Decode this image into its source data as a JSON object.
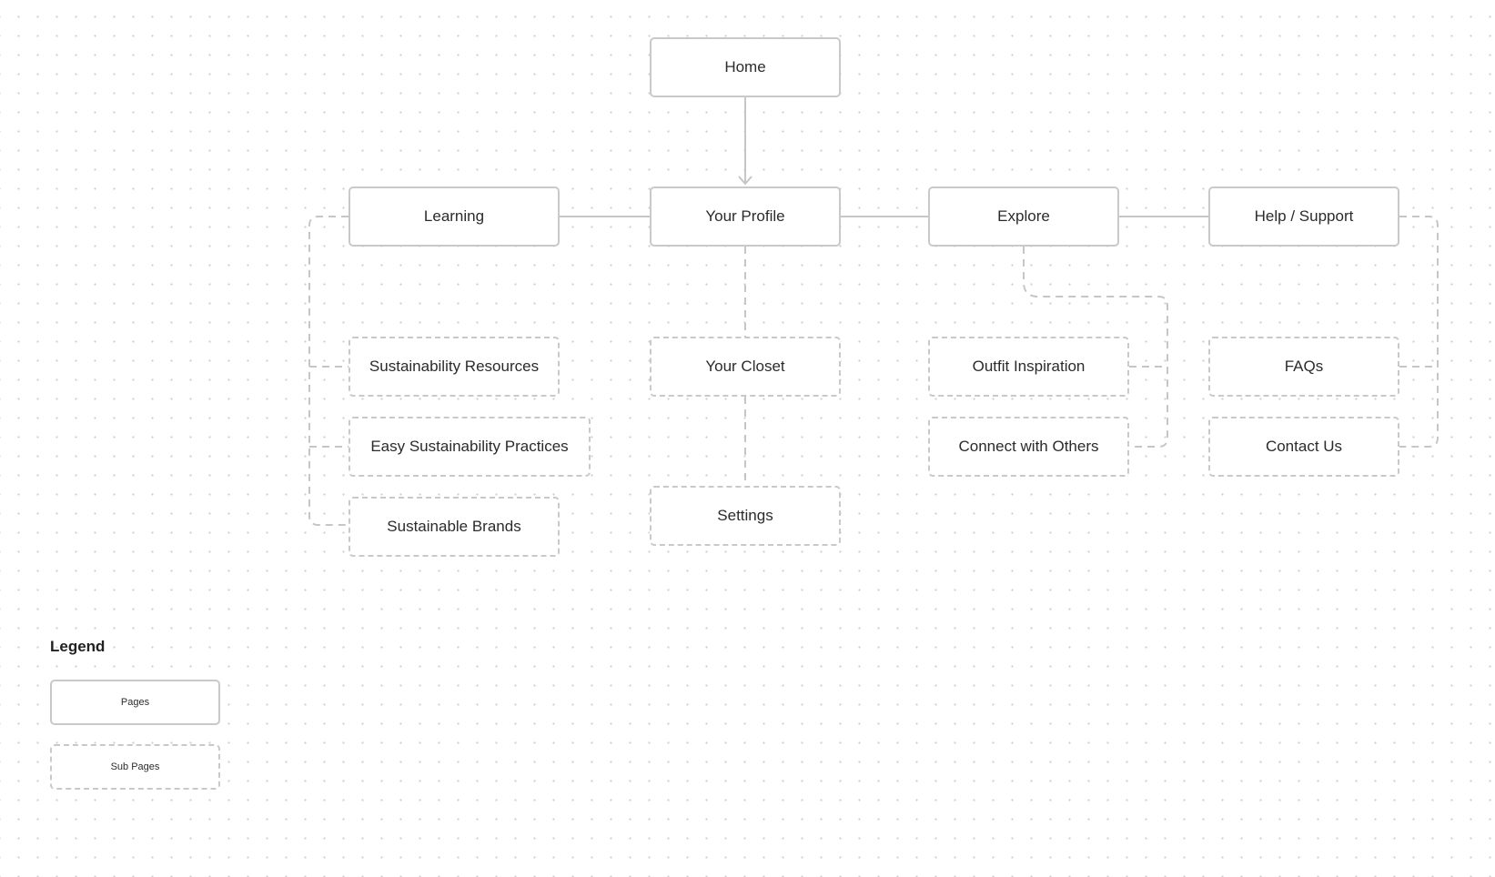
{
  "diagram": {
    "nodes": {
      "home": "Home",
      "learning": "Learning",
      "your_profile": "Your Profile",
      "explore": "Explore",
      "help_support": "Help / Support",
      "sustainability_resources": "Sustainability Resources",
      "easy_sustainability_practices": "Easy Sustainability Practices",
      "sustainable_brands": "Sustainable Brands",
      "your_closet": "Your Closet",
      "settings": "Settings",
      "outfit_inspiration": "Outfit Inspiration",
      "connect_with_others": "Connect with Others",
      "faqs": "FAQs",
      "contact_us": "Contact Us"
    }
  },
  "legend": {
    "title": "Legend",
    "pages": "Pages",
    "sub_pages": "Sub Pages"
  }
}
